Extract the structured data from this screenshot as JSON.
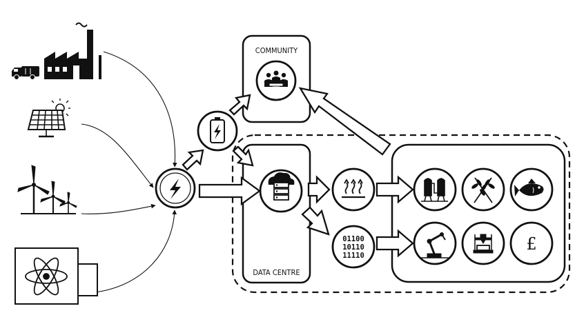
{
  "labels": {
    "community": "COMMUNITY",
    "data_centre": "DATA CENTRE"
  },
  "binary_lines": [
    "01100",
    "10110",
    "11110"
  ],
  "currency_symbol": "£",
  "sources": [
    {
      "name": "factory",
      "icon": "factory-icon"
    },
    {
      "name": "garbage-truck",
      "icon": "garbage-truck-icon"
    },
    {
      "name": "solar-panel",
      "icon": "solar-panel-icon"
    },
    {
      "name": "wind-turbines",
      "icon": "wind-turbine-icon"
    },
    {
      "name": "nuclear-plant",
      "icon": "atom-icon"
    }
  ],
  "nodes": [
    {
      "name": "power-hub",
      "icon": "lightning-icon"
    },
    {
      "name": "battery",
      "icon": "battery-icon"
    },
    {
      "name": "community",
      "icon": "people-handshake-icon"
    },
    {
      "name": "data-centre",
      "icon": "cloud-server-icon"
    },
    {
      "name": "heat",
      "icon": "heat-waves-icon"
    },
    {
      "name": "data",
      "icon": "binary-data-icon"
    }
  ],
  "outputs": [
    {
      "name": "brewery",
      "icon": "brewery-tanks-icon"
    },
    {
      "name": "agriculture",
      "icon": "wheat-icon"
    },
    {
      "name": "fish-farm",
      "icon": "fish-icon"
    },
    {
      "name": "robotics",
      "icon": "robot-arm-icon"
    },
    {
      "name": "3d-printing",
      "icon": "3d-printer-icon"
    },
    {
      "name": "finance",
      "icon": "pound-icon"
    }
  ],
  "colors": {
    "stroke": "#111111",
    "background": "#ffffff"
  }
}
